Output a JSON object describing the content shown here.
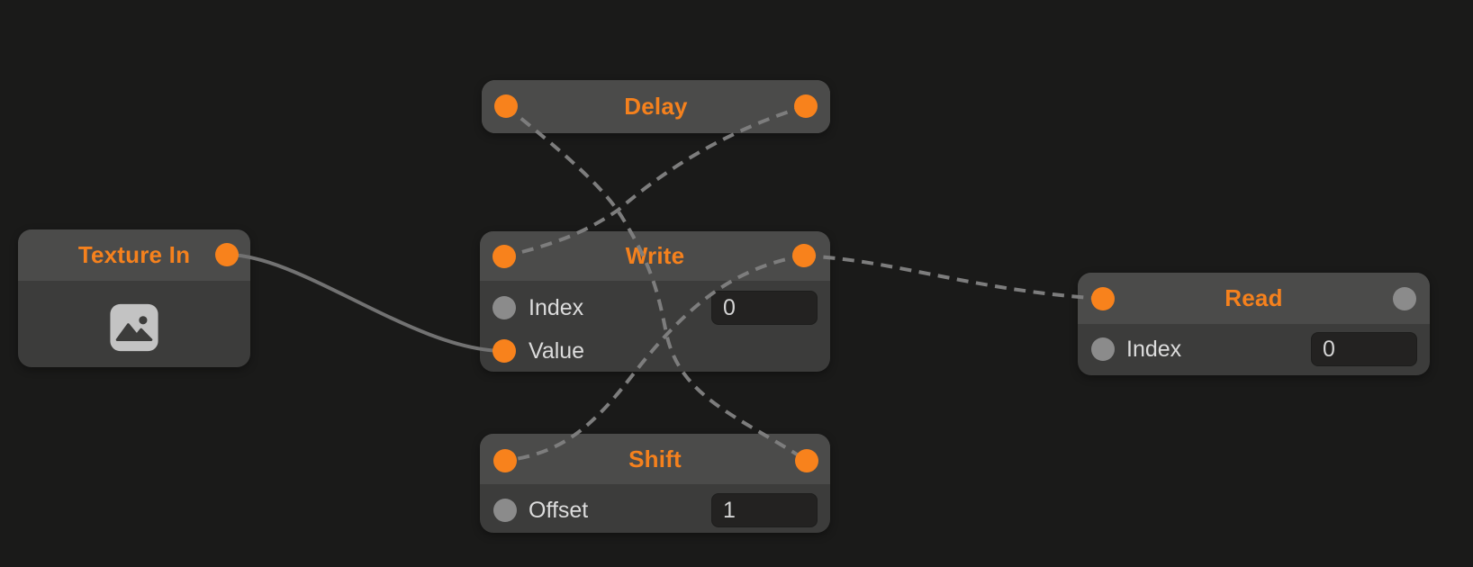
{
  "editor": {
    "type": "node-graph-editor",
    "background_color": "#1a1a19"
  },
  "colors": {
    "node_body": "#3c3c3b",
    "node_header": "#4b4b4a",
    "title_orange": "#f5811d",
    "port_connected_orange": "#f8821c",
    "port_unconnected_gray": "#8b8b8b",
    "field_background": "#232221",
    "label_text": "#dcdcdc",
    "cable_dashed_gray": "#7d7d7d",
    "cable_solid_gray": "#727272",
    "image_icon_gray": "#c3c3c3"
  },
  "nodes": {
    "texture_in": {
      "title": "Texture In",
      "icon": "image-icon",
      "output_port": "connected"
    },
    "delay": {
      "title": "Delay",
      "input_port": "connected",
      "output_port": "connected"
    },
    "write": {
      "title": "Write",
      "input_port": "connected",
      "output_port": "connected",
      "rows": {
        "index": {
          "label": "Index",
          "value": "0",
          "port": "unconnected"
        },
        "value": {
          "label": "Value",
          "port": "connected"
        }
      }
    },
    "shift": {
      "title": "Shift",
      "input_port": "connected",
      "output_port": "connected",
      "rows": {
        "offset": {
          "label": "Offset",
          "value": "1",
          "port": "unconnected"
        }
      }
    },
    "read": {
      "title": "Read",
      "input_port": "connected",
      "output_port": "unconnected",
      "rows": {
        "index": {
          "label": "Index",
          "value": "0",
          "port": "unconnected"
        }
      }
    }
  },
  "connections": [
    {
      "from": "texture_in.output",
      "to": "write.value",
      "style": "solid"
    },
    {
      "from": "delay.output",
      "to": "write.input",
      "style": "dashed"
    },
    {
      "from": "shift.output",
      "to": "delay.input",
      "style": "dashed"
    },
    {
      "from": "write.output",
      "to": "shift.input",
      "style": "dashed"
    },
    {
      "from": "write.output",
      "to": "read.input",
      "style": "dashed"
    }
  ]
}
